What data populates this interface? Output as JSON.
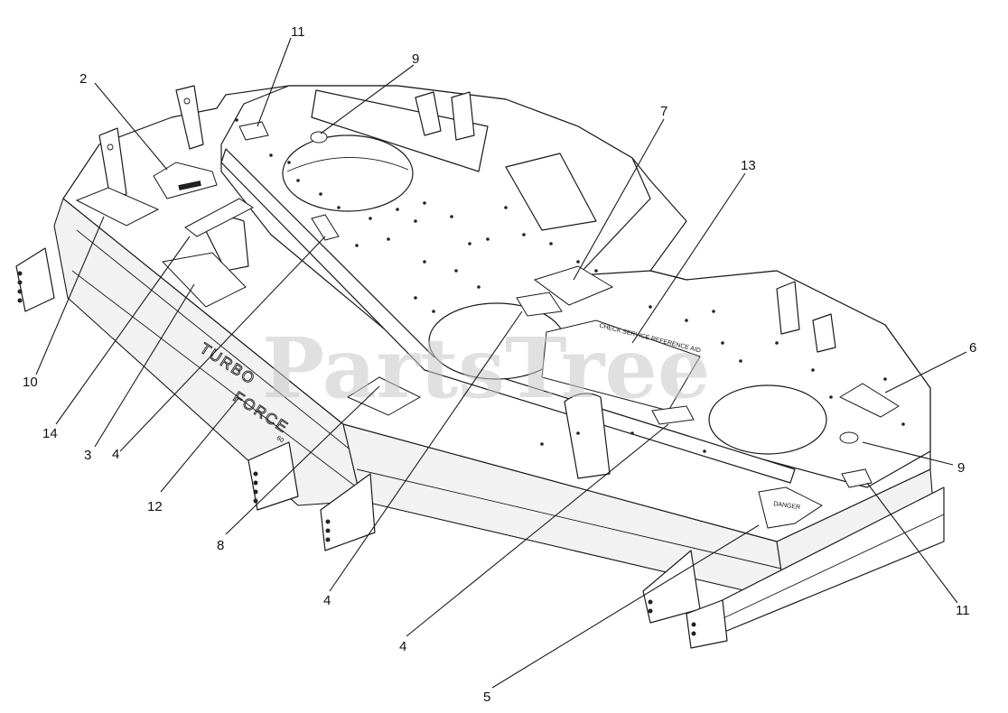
{
  "watermark": "PartsTree",
  "brand_decal": {
    "word1": "TURBO",
    "word2": "FORCE",
    "size": "60"
  },
  "decals": {
    "danger": "DANGER",
    "check_service": "CHECK SERVICE REFERENCE AID"
  },
  "callouts": [
    {
      "id": "c1",
      "label": "11"
    },
    {
      "id": "c2",
      "label": "9"
    },
    {
      "id": "c3",
      "label": "2"
    },
    {
      "id": "c4",
      "label": "7"
    },
    {
      "id": "c5",
      "label": "13"
    },
    {
      "id": "c6",
      "label": "6"
    },
    {
      "id": "c7",
      "label": "9"
    },
    {
      "id": "c8",
      "label": "11"
    },
    {
      "id": "c9",
      "label": "10"
    },
    {
      "id": "c10",
      "label": "14"
    },
    {
      "id": "c11",
      "label": "3"
    },
    {
      "id": "c12",
      "label": "4"
    },
    {
      "id": "c13",
      "label": "12"
    },
    {
      "id": "c14",
      "label": "8"
    },
    {
      "id": "c15",
      "label": "4"
    },
    {
      "id": "c16",
      "label": "4"
    },
    {
      "id": "c17",
      "label": "5"
    }
  ]
}
